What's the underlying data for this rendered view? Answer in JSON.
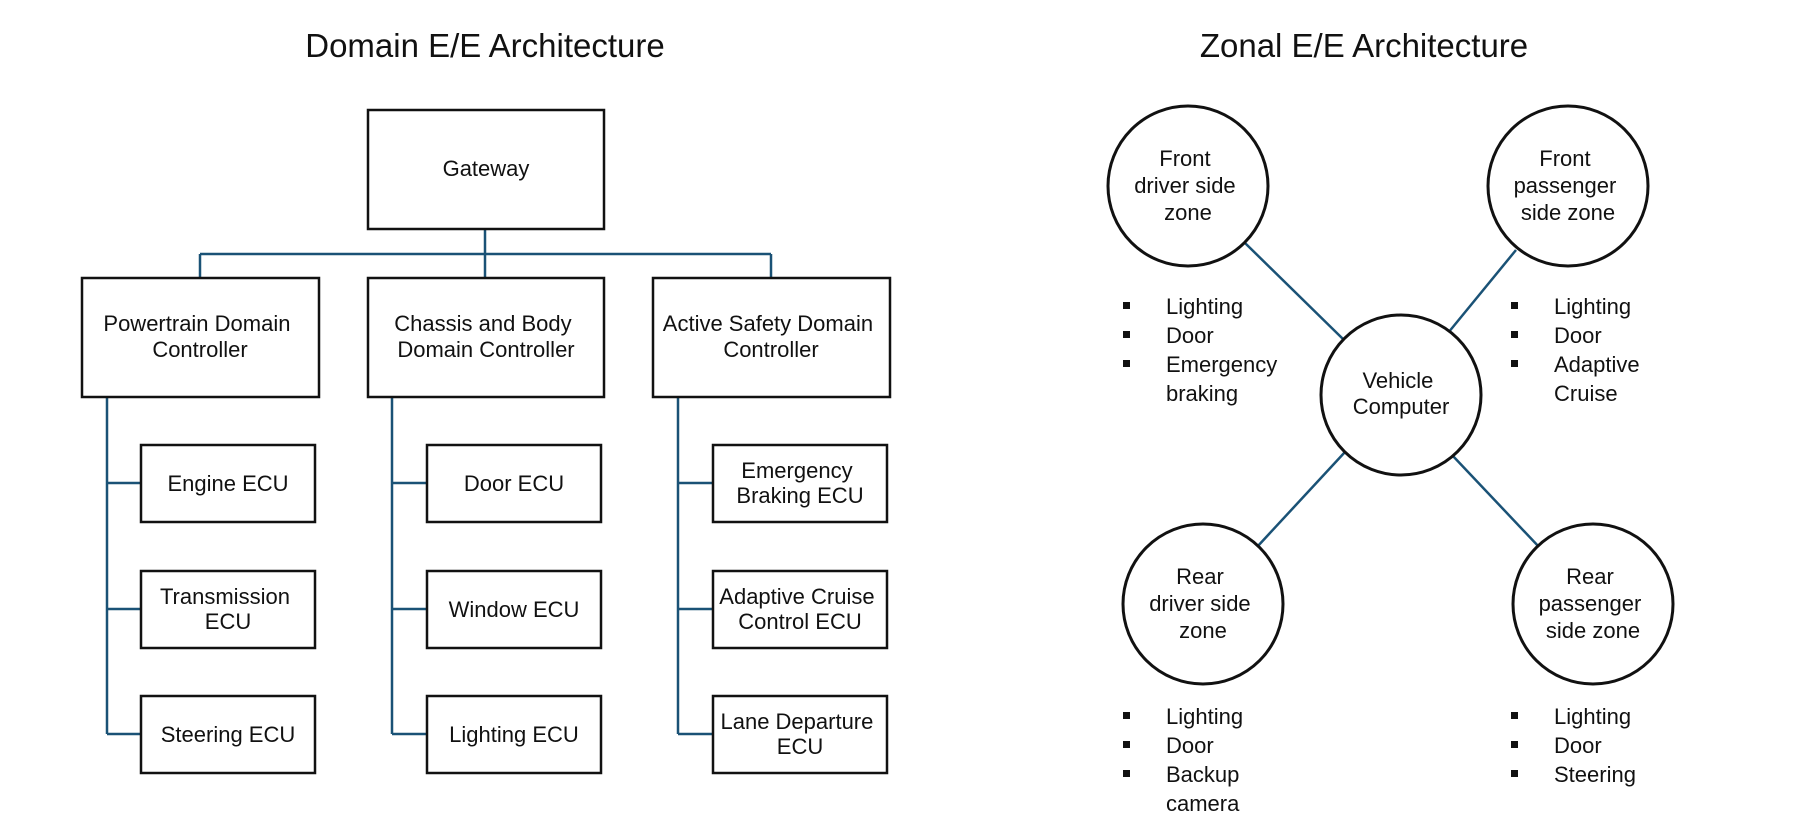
{
  "domain": {
    "title": "Domain E/E Architecture",
    "gateway": "Gateway",
    "controllers": [
      {
        "label": [
          "Powertrain Domain",
          "Controller"
        ],
        "ecus": [
          [
            "Engine ECU"
          ],
          [
            "Transmission",
            "ECU"
          ],
          [
            "Steering ECU"
          ]
        ]
      },
      {
        "label": [
          "Chassis and Body",
          "Domain Controller"
        ],
        "ecus": [
          [
            "Door ECU"
          ],
          [
            "Window ECU"
          ],
          [
            "Lighting ECU"
          ]
        ]
      },
      {
        "label": [
          "Active Safety Domain",
          "Controller"
        ],
        "ecus": [
          [
            "Emergency",
            "Braking ECU"
          ],
          [
            "Adaptive Cruise",
            "Control ECU"
          ],
          [
            "Lane Departure",
            "ECU"
          ]
        ]
      }
    ]
  },
  "zonal": {
    "title": "Zonal E/E Architecture",
    "center": [
      "Vehicle",
      "Computer"
    ],
    "zones": [
      {
        "label": [
          "Front",
          "driver side",
          "zone"
        ],
        "items": [
          [
            "Lighting"
          ],
          [
            "Door"
          ],
          [
            "Emergency",
            "braking"
          ]
        ]
      },
      {
        "label": [
          "Front",
          "passenger",
          "side zone"
        ],
        "items": [
          [
            "Lighting"
          ],
          [
            "Door"
          ],
          [
            "Adaptive",
            "Cruise"
          ]
        ]
      },
      {
        "label": [
          "Rear",
          "driver side",
          "zone"
        ],
        "items": [
          [
            "Lighting"
          ],
          [
            "Door"
          ],
          [
            "Backup",
            "camera"
          ]
        ]
      },
      {
        "label": [
          "Rear",
          "passenger",
          "side zone"
        ],
        "items": [
          [
            "Lighting"
          ],
          [
            "Door"
          ],
          [
            "Steering"
          ]
        ]
      }
    ]
  },
  "colors": {
    "connector": "#1a5276",
    "stroke": "#111111",
    "text": "#111111"
  }
}
